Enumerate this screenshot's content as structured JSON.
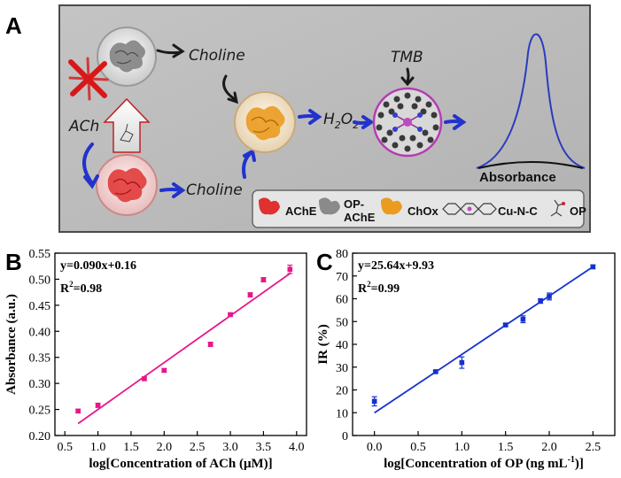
{
  "panel_labels": {
    "a": "A",
    "b": "B",
    "c": "C"
  },
  "schematic": {
    "labels": {
      "choline_top": "Choline",
      "ach": "ACh",
      "choline_bottom": "Choline",
      "tmb": "TMB",
      "h2o2_main": "H",
      "h2o2_sub1": "2",
      "h2o2_mid": "O",
      "h2o2_sub2": "2",
      "absorbance": "Absorbance"
    },
    "legend": [
      "AChE",
      "OP-",
      "AChE",
      "ChOx",
      "Cu-N-C",
      "OP"
    ],
    "colors": {
      "background": "#bdbdbd",
      "arrow": "#2233cc",
      "peak": "#2a3cc0",
      "ache": "#d82020",
      "chox": "#e8971e",
      "op_ache": "#8a8a8a"
    }
  },
  "chart_data": [
    {
      "type": "scatter",
      "panel": "B",
      "x": [
        0.7,
        1.0,
        1.7,
        2.0,
        2.7,
        3.0,
        3.3,
        3.5,
        3.9
      ],
      "y": [
        0.247,
        0.258,
        0.309,
        0.325,
        0.375,
        0.432,
        0.47,
        0.499,
        0.519
      ],
      "yerr": [
        0.003,
        0.004,
        0.003,
        0.003,
        0.004,
        0.003,
        0.004,
        0.004,
        0.008
      ],
      "fit": {
        "slope": 0.09,
        "intercept": 0.16,
        "x_range": [
          0.7,
          3.9
        ]
      },
      "equation": "y=0.090x+0.16",
      "r2_main": "R",
      "r2_sup": "2",
      "r2_value": "=0.98",
      "xlabel": "log[Concentration of ACh (μM)]",
      "ylabel": "Absorbance (a.u.)",
      "xlim": [
        0.35,
        4.15
      ],
      "ylim": [
        0.2,
        0.55
      ],
      "xticks": [
        "0.5",
        "1.0",
        "1.5",
        "2.0",
        "2.5",
        "3.0",
        "3.5",
        "4.0"
      ],
      "xtick_values": [
        0.5,
        1.0,
        1.5,
        2.0,
        2.5,
        3.0,
        3.5,
        4.0
      ],
      "yticks": [
        "0.20",
        "0.25",
        "0.30",
        "0.35",
        "0.40",
        "0.45",
        "0.50",
        "0.55"
      ],
      "ytick_values": [
        0.2,
        0.25,
        0.3,
        0.35,
        0.4,
        0.45,
        0.5,
        0.55
      ],
      "color": "#e8168a",
      "grid": false
    },
    {
      "type": "scatter",
      "panel": "C",
      "x": [
        0.0,
        0.7,
        1.0,
        1.5,
        1.7,
        1.9,
        2.0,
        2.5
      ],
      "y": [
        15.0,
        28.0,
        32.0,
        48.5,
        51.0,
        59.0,
        61.0,
        74.0
      ],
      "yerr": [
        2.0,
        0.5,
        2.5,
        0.5,
        1.5,
        1.0,
        1.5,
        0.8
      ],
      "fit": {
        "slope": 25.64,
        "intercept": 9.93,
        "x_range": [
          0.0,
          2.5
        ]
      },
      "equation": "y=25.64x+9.93",
      "r2_main": "R",
      "r2_sup": "2",
      "r2_value": "=0.99",
      "xlabel_main": "log[Concentration of OP (ng mL",
      "xlabel_sup": "-1",
      "xlabel_end": ")]",
      "ylabel": "IR (%)",
      "xlim": [
        -0.25,
        2.75
      ],
      "ylim": [
        0,
        80
      ],
      "xticks": [
        "0.0",
        "0.5",
        "1.0",
        "1.5",
        "2.0",
        "2.5"
      ],
      "xtick_values": [
        0.0,
        0.5,
        1.0,
        1.5,
        2.0,
        2.5
      ],
      "yticks": [
        "0",
        "10",
        "20",
        "30",
        "40",
        "50",
        "60",
        "70",
        "80"
      ],
      "ytick_values": [
        0,
        10,
        20,
        30,
        40,
        50,
        60,
        70,
        80
      ],
      "color": "#1530d0",
      "grid": false
    }
  ]
}
